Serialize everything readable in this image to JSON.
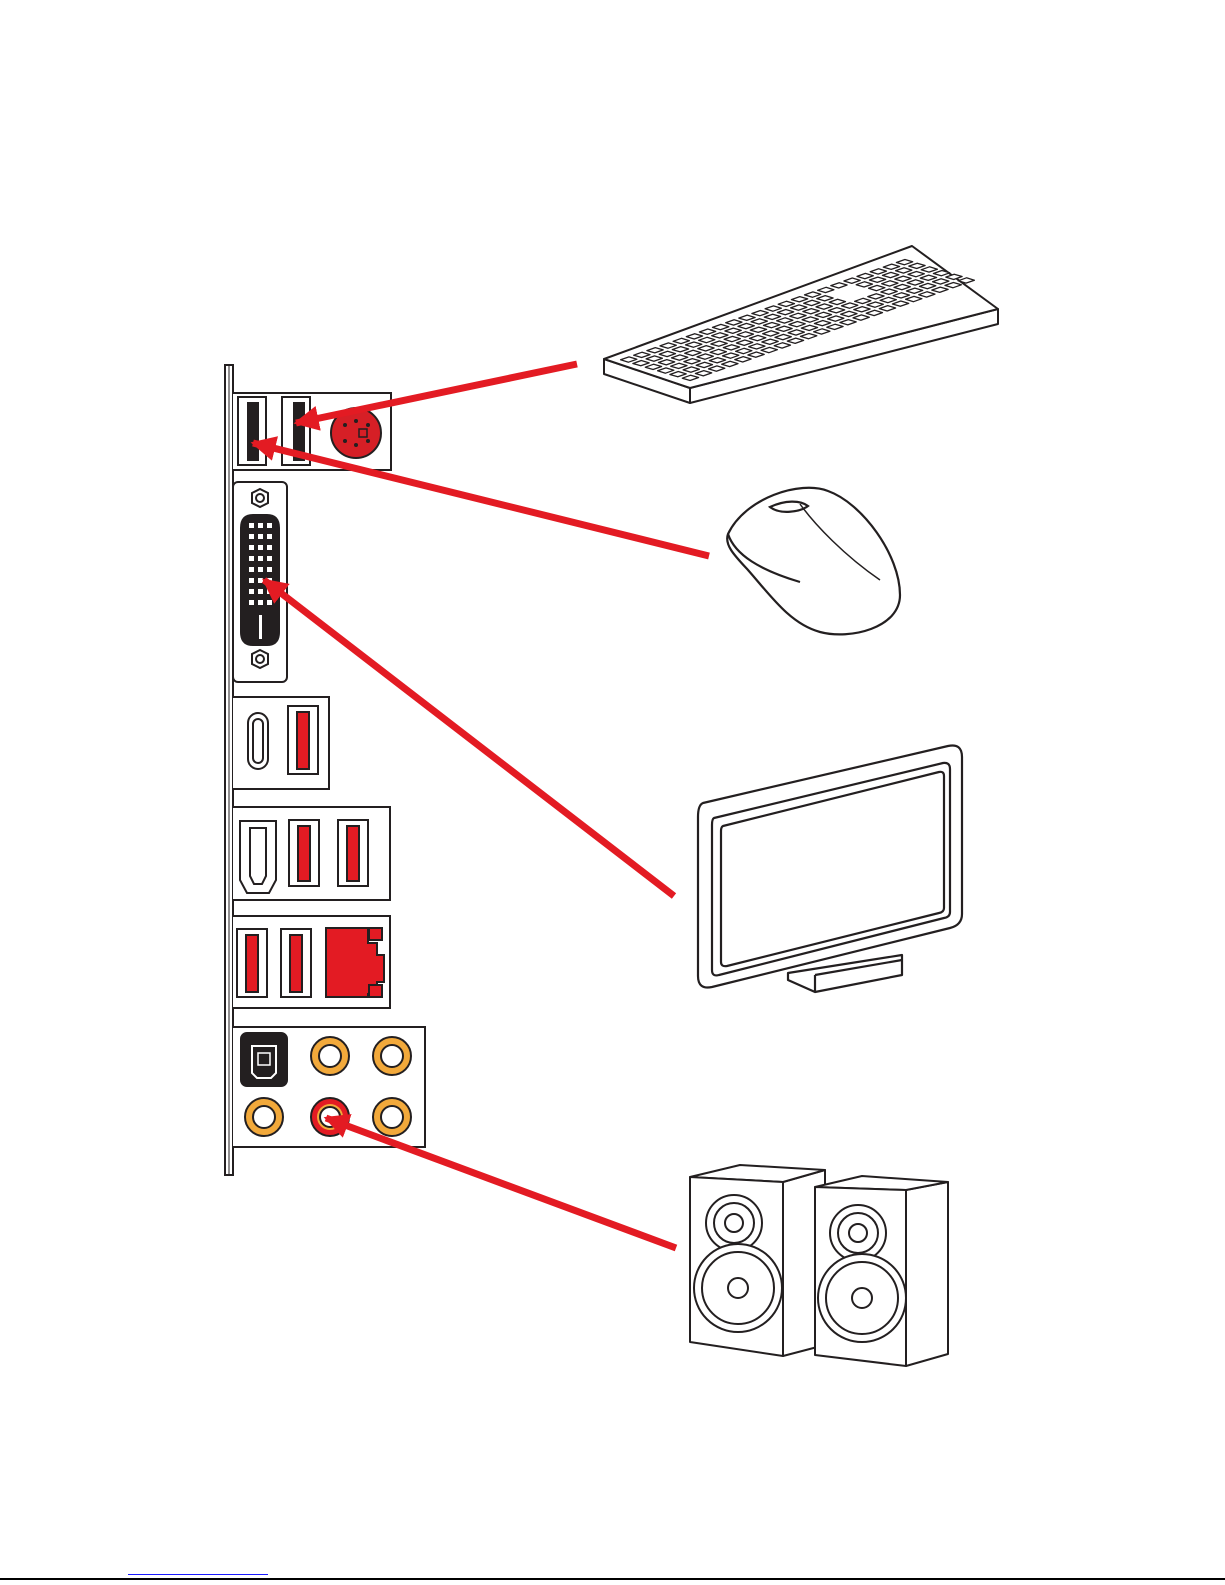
{
  "figure": {
    "background_color": "#ffffff",
    "panel": {
      "ports": [
        "ps2-combo-port",
        "usb-a-port",
        "usb-a-port",
        "dvi-d-port",
        "usb-c-port",
        "usb-a-port",
        "hdmi-port",
        "usb-a-port",
        "usb-a-port",
        "usb-a-port",
        "usb-a-port",
        "lan-port",
        "optical-spdif-port",
        "audio-jack",
        "audio-jack",
        "audio-jack",
        "audio-jack",
        "audio-jack"
      ]
    },
    "devices": [
      "keyboard-icon",
      "mouse-icon",
      "monitor-icon",
      "speakers-icon"
    ],
    "connections": [
      {
        "from": "keyboard-icon",
        "to": "ps2-combo-port"
      },
      {
        "from": "mouse-icon",
        "to": "usb-a-port"
      },
      {
        "from": "monitor-icon",
        "to": "dvi-d-port"
      },
      {
        "from": "speakers-icon",
        "to": "audio-jack"
      }
    ],
    "colors": {
      "arrow": "#e31b23",
      "usb_port": "#e31b23",
      "lan_port": "#e31b23",
      "ps2_port": "#d61f26",
      "audio_jack_ring": "#f2a93b",
      "line_out_jack": "#e31b23",
      "outline": "#231f20",
      "footer_link": "#1a1aff"
    }
  }
}
